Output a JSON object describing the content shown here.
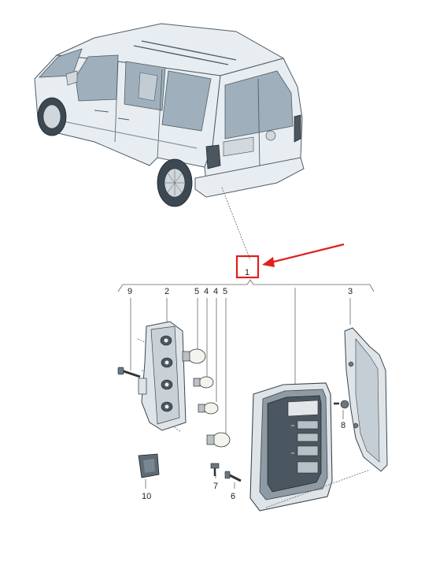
{
  "callout": {
    "main_label": "1"
  },
  "part_labels": [
    {
      "id": "lbl-9",
      "text": "9"
    },
    {
      "id": "lbl-2",
      "text": "2"
    },
    {
      "id": "lbl-5a",
      "text": "5"
    },
    {
      "id": "lbl-4a",
      "text": "4"
    },
    {
      "id": "lbl-4b",
      "text": "4"
    },
    {
      "id": "lbl-5b",
      "text": "5"
    },
    {
      "id": "lbl-3",
      "text": "3"
    },
    {
      "id": "lbl-8",
      "text": "8"
    },
    {
      "id": "lbl-7",
      "text": "7"
    },
    {
      "id": "lbl-6",
      "text": "6"
    },
    {
      "id": "lbl-10",
      "text": "10"
    }
  ],
  "colors": {
    "highlight_box": "#e0201c",
    "arrow": "#e0201c",
    "part_fill": "#dfe4e8",
    "lamp_dark": "#4a5660",
    "bulb_amber": "#f3e6b8"
  }
}
